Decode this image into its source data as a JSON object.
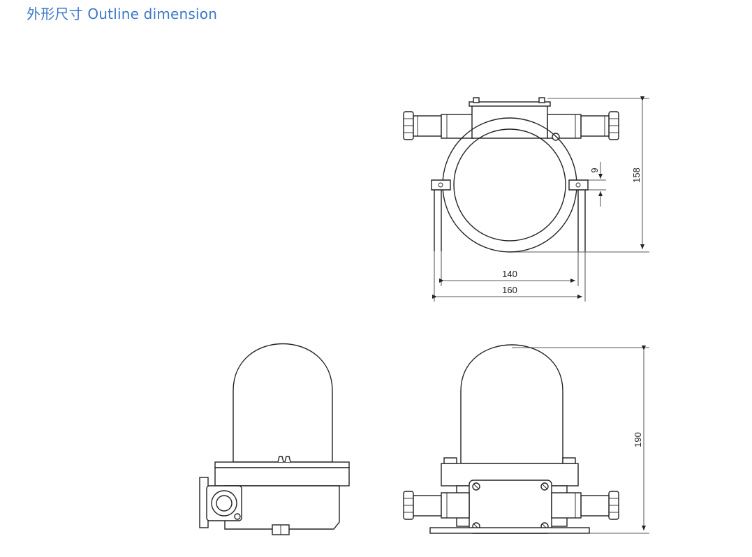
{
  "page": {
    "title": "外形尺寸 Outline dimension"
  },
  "dimensions": {
    "top_height": "158",
    "bolt_offset": "9",
    "inner_width": "140",
    "outer_width": "160",
    "total_height": "190"
  }
}
